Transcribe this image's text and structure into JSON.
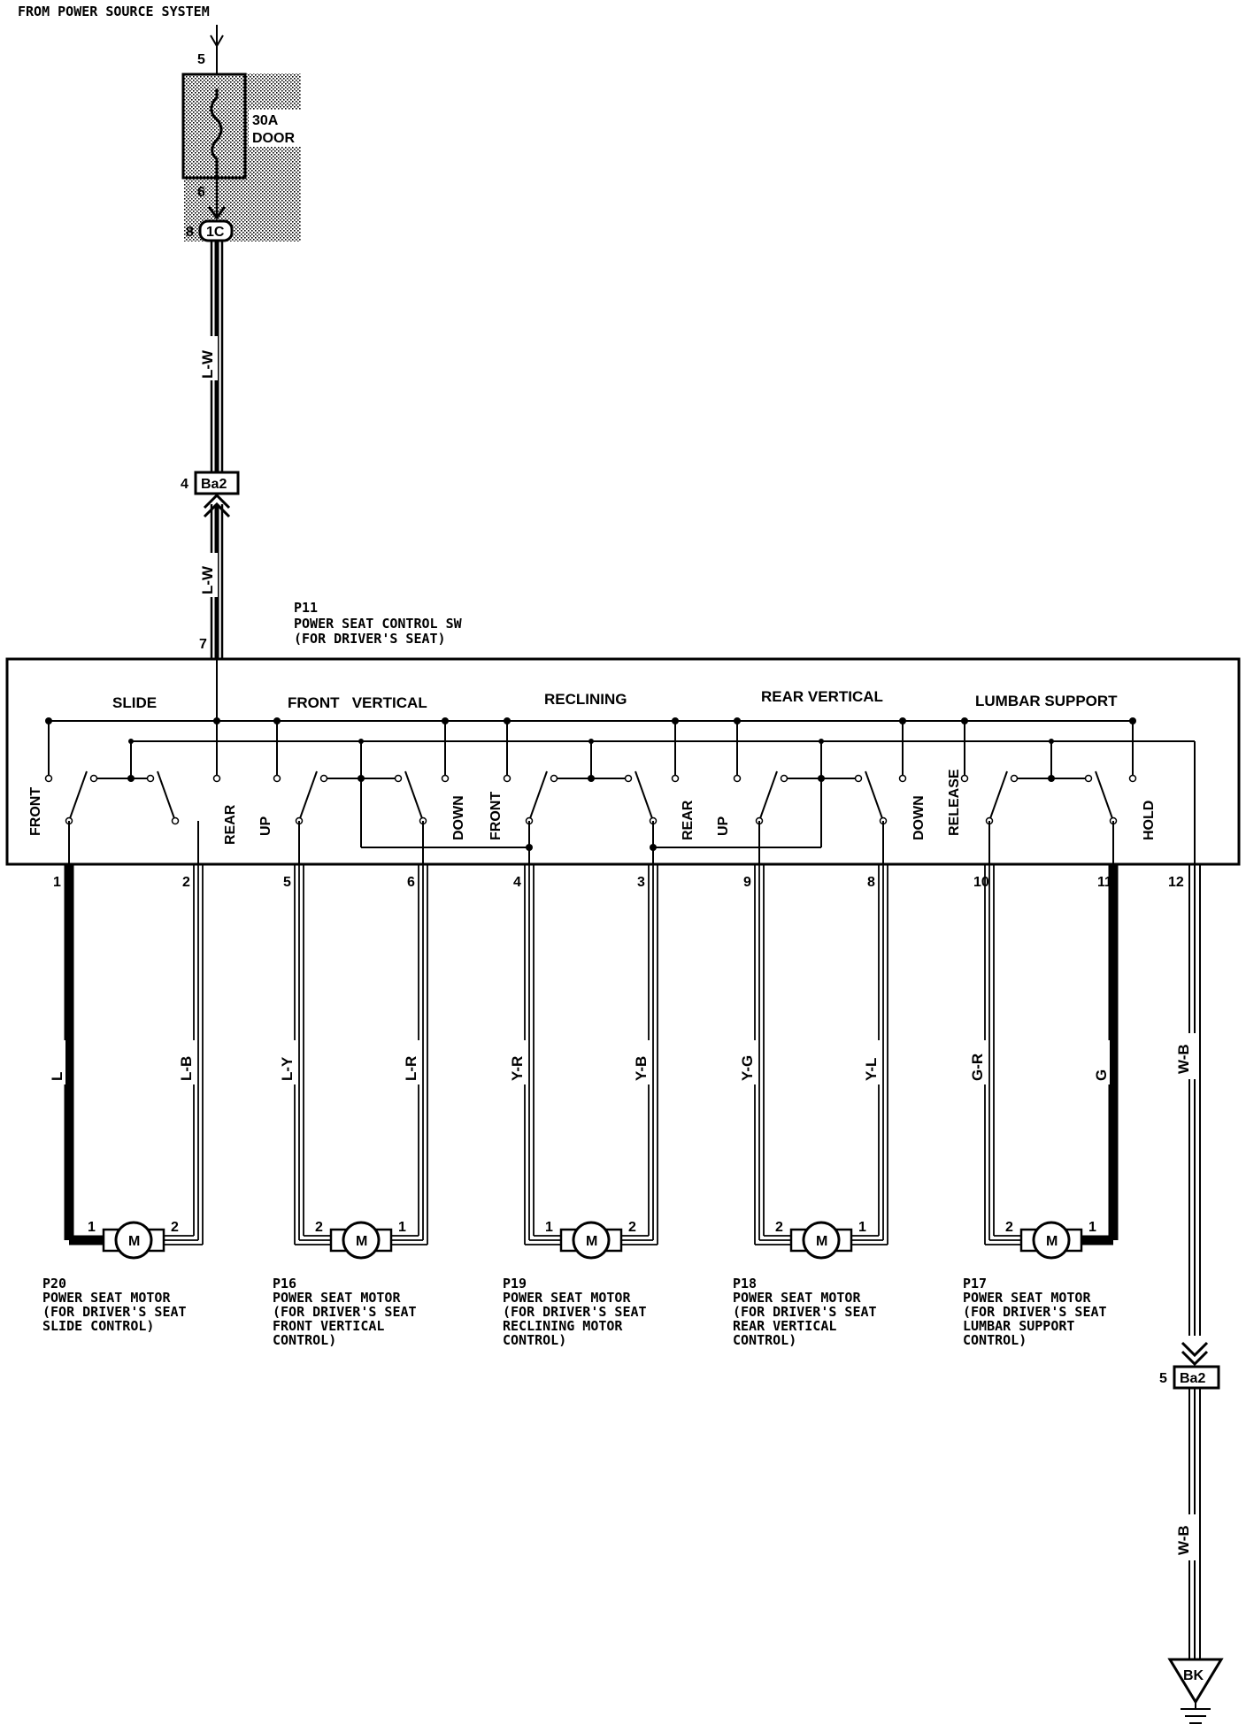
{
  "header": {
    "source": "FROM POWER SOURCE SYSTEM"
  },
  "fuse": {
    "rating": "30A",
    "name": "DOOR",
    "pin_in": "5",
    "pin_out": "6"
  },
  "connectors": {
    "c1": {
      "id": "1C",
      "pin": "8"
    },
    "ba2_top": {
      "id": "Ba2",
      "pin": "4"
    },
    "ba2_bottom": {
      "id": "Ba2",
      "pin": "5"
    },
    "ground": {
      "id": "BK"
    }
  },
  "wires": {
    "supply_upper": "L-W",
    "supply_lower": "L-W",
    "ground_upper": "W-B",
    "ground_lower": "W-B"
  },
  "switch": {
    "code": "P11",
    "name": "POWER SEAT CONTROL SW",
    "sub": "(FOR DRIVER'S SEAT)",
    "input_pin": "7",
    "ground_pin": "12",
    "sections": [
      "SLIDE",
      "FRONT   VERTICAL",
      "RECLINING",
      "REAR VERTICAL",
      "LUMBAR SUPPORT"
    ],
    "positions": [
      "FRONT",
      "REAR",
      "UP",
      "DOWN",
      "FRONT",
      "REAR",
      "UP",
      "DOWN",
      "RELEASE",
      "HOLD"
    ]
  },
  "circuits": [
    {
      "pin_a": "1",
      "pin_b": "2",
      "wire_a": "L",
      "wire_b": "L-B",
      "motor_pin_a": "1",
      "motor_pin_b": "2",
      "motor": "M",
      "code": "P20",
      "line1": "POWER SEAT MOTOR",
      "line2": "(FOR DRIVER'S SEAT",
      "line3": " SLIDE CONTROL)",
      "line4": ""
    },
    {
      "pin_a": "5",
      "pin_b": "6",
      "wire_a": "L-Y",
      "wire_b": "L-R",
      "motor_pin_a": "2",
      "motor_pin_b": "1",
      "motor": "M",
      "code": "P16",
      "line1": "POWER SEAT MOTOR",
      "line2": "(FOR DRIVER'S SEAT",
      "line3": " FRONT VERTICAL",
      "line4": " CONTROL)"
    },
    {
      "pin_a": "4",
      "pin_b": "3",
      "wire_a": "Y-R",
      "wire_b": "Y-B",
      "motor_pin_a": "1",
      "motor_pin_b": "2",
      "motor": "M",
      "code": "P19",
      "line1": "POWER SEAT MOTOR",
      "line2": "(FOR DRIVER'S SEAT",
      "line3": " RECLINING MOTOR",
      "line4": " CONTROL)"
    },
    {
      "pin_a": "9",
      "pin_b": "8",
      "wire_a": "Y-G",
      "wire_b": "Y-L",
      "motor_pin_a": "2",
      "motor_pin_b": "1",
      "motor": "M",
      "code": "P18",
      "line1": "POWER SEAT MOTOR",
      "line2": "(FOR DRIVER'S SEAT",
      "line3": " REAR VERTICAL",
      "line4": " CONTROL)"
    },
    {
      "pin_a": "10",
      "pin_b": "11",
      "wire_a": "G-R",
      "wire_b": "G",
      "motor_pin_a": "2",
      "motor_pin_b": "1",
      "motor": "M",
      "code": "P17",
      "line1": "POWER SEAT MOTOR",
      "line2": "(FOR DRIVER'S SEAT",
      "line3": " LUMBAR SUPPORT",
      "line4": " CONTROL)"
    }
  ]
}
